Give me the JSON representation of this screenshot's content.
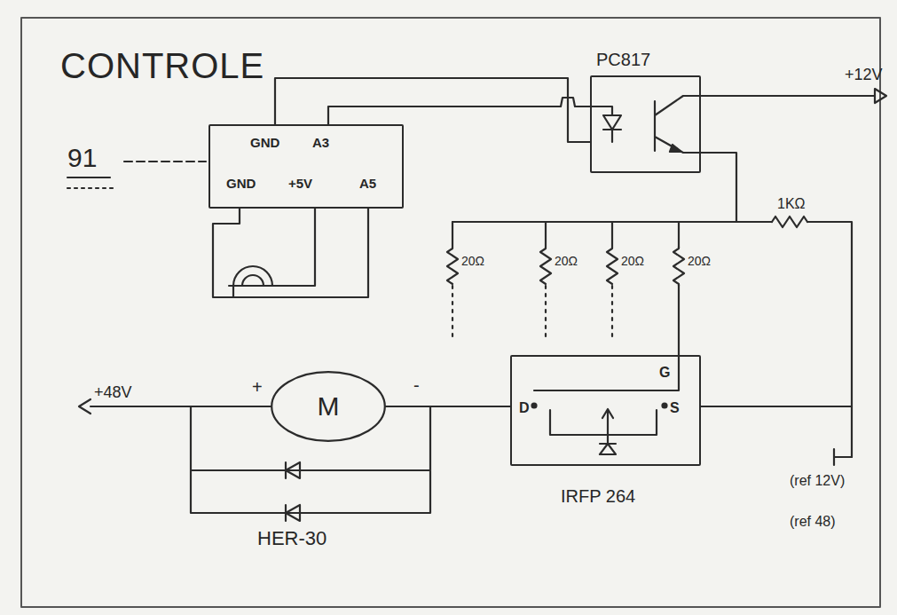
{
  "diagram": {
    "title": "CONTROLE",
    "nodes": [
      {
        "text": [
          "GND",
          "A3",
          "GND",
          "+5V",
          "A5"
        ]
      },
      {
        "text": [
          "PC817"
        ]
      },
      {
        "text": [
          "M"
        ]
      },
      {
        "text": [
          "D",
          "G",
          "S",
          "IRFP 264"
        ]
      }
    ],
    "edges": [
      {
        "from": 0,
        "to": 1,
        "arrow": "none"
      },
      {
        "from": 0,
        "to": 1,
        "arrow": "none"
      },
      {
        "from": 1,
        "to": 3,
        "arrow": "none"
      },
      {
        "from": 2,
        "to": 3,
        "arrow": "none"
      }
    ],
    "labels": [
      "91",
      "+12V",
      "1KΩ",
      "20Ω",
      "20Ω",
      "20Ω",
      "20Ω",
      "+48V",
      "+",
      "-",
      "HER-30",
      "(ref 12V)",
      "(ref 48)"
    ]
  }
}
